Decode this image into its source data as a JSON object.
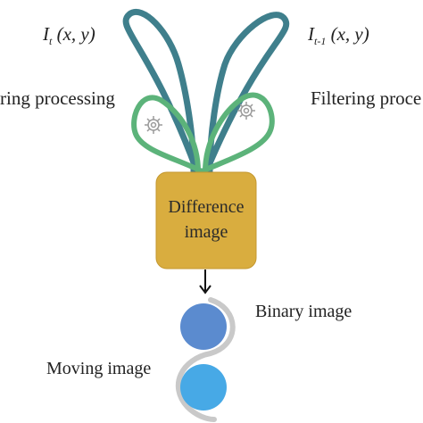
{
  "labels": {
    "input_current": {
      "symbol": "I",
      "subscript": "t",
      "args": " (x, y)"
    },
    "input_previous": {
      "symbol": "I",
      "subscript": "t-1",
      "args": " (x, y)"
    },
    "filter_left": "ring processing",
    "filter_right": "Filtering proce",
    "difference": "Difference image",
    "binary": "Binary image",
    "moving": "Moving image"
  },
  "icons": {
    "filter_left": "gear-icon",
    "filter_right": "gear-icon",
    "flow": "arrow-down-icon",
    "binary": "circle-node",
    "moving": "circle-node"
  },
  "colors": {
    "outer_stem": "#3f7f8c",
    "inner_stem": "#5cb37a",
    "difference_box": "#d9ad3f",
    "difference_border": "#c49830",
    "binary_circle": "#5b8bcf",
    "moving_circle": "#47a9e6",
    "connector": "#c9c9c9",
    "arrow": "#111111"
  }
}
